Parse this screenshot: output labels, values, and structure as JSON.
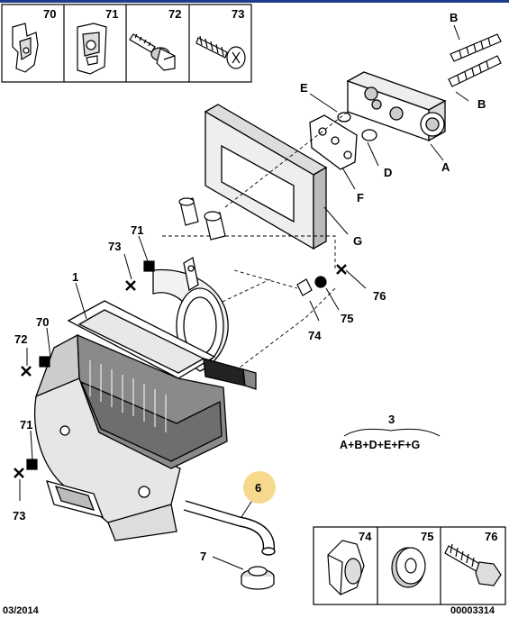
{
  "header_parts": [
    {
      "number": "70",
      "icon": "clip-icon"
    },
    {
      "number": "71",
      "icon": "speed-nut-icon"
    },
    {
      "number": "72",
      "icon": "bolt-washer-icon"
    },
    {
      "number": "73",
      "icon": "screw-icon"
    }
  ],
  "footer_parts": [
    {
      "number": "74",
      "icon": "bracket-icon"
    },
    {
      "number": "75",
      "icon": "washer-icon"
    },
    {
      "number": "76",
      "icon": "bolt-icon"
    }
  ],
  "callouts": {
    "main": "1",
    "a": "A",
    "b_top": "B",
    "b_bottom": "B",
    "d": "D",
    "e": "E",
    "f": "F",
    "g": "G",
    "n71_top": "71",
    "n73_top": "73",
    "n70_left": "70",
    "n72_left": "72",
    "n71_left": "71",
    "n73_left": "73",
    "n74": "74",
    "n75": "75",
    "n76": "76",
    "n6": "6",
    "n7": "7"
  },
  "kit": {
    "number": "3",
    "formula": "A+B+D+E+F+G"
  },
  "footer": {
    "date": "03/2014",
    "ref": "00003314"
  },
  "colors": {
    "accent_bar": "#1f3c8c",
    "highlight": "#f6d98c"
  }
}
